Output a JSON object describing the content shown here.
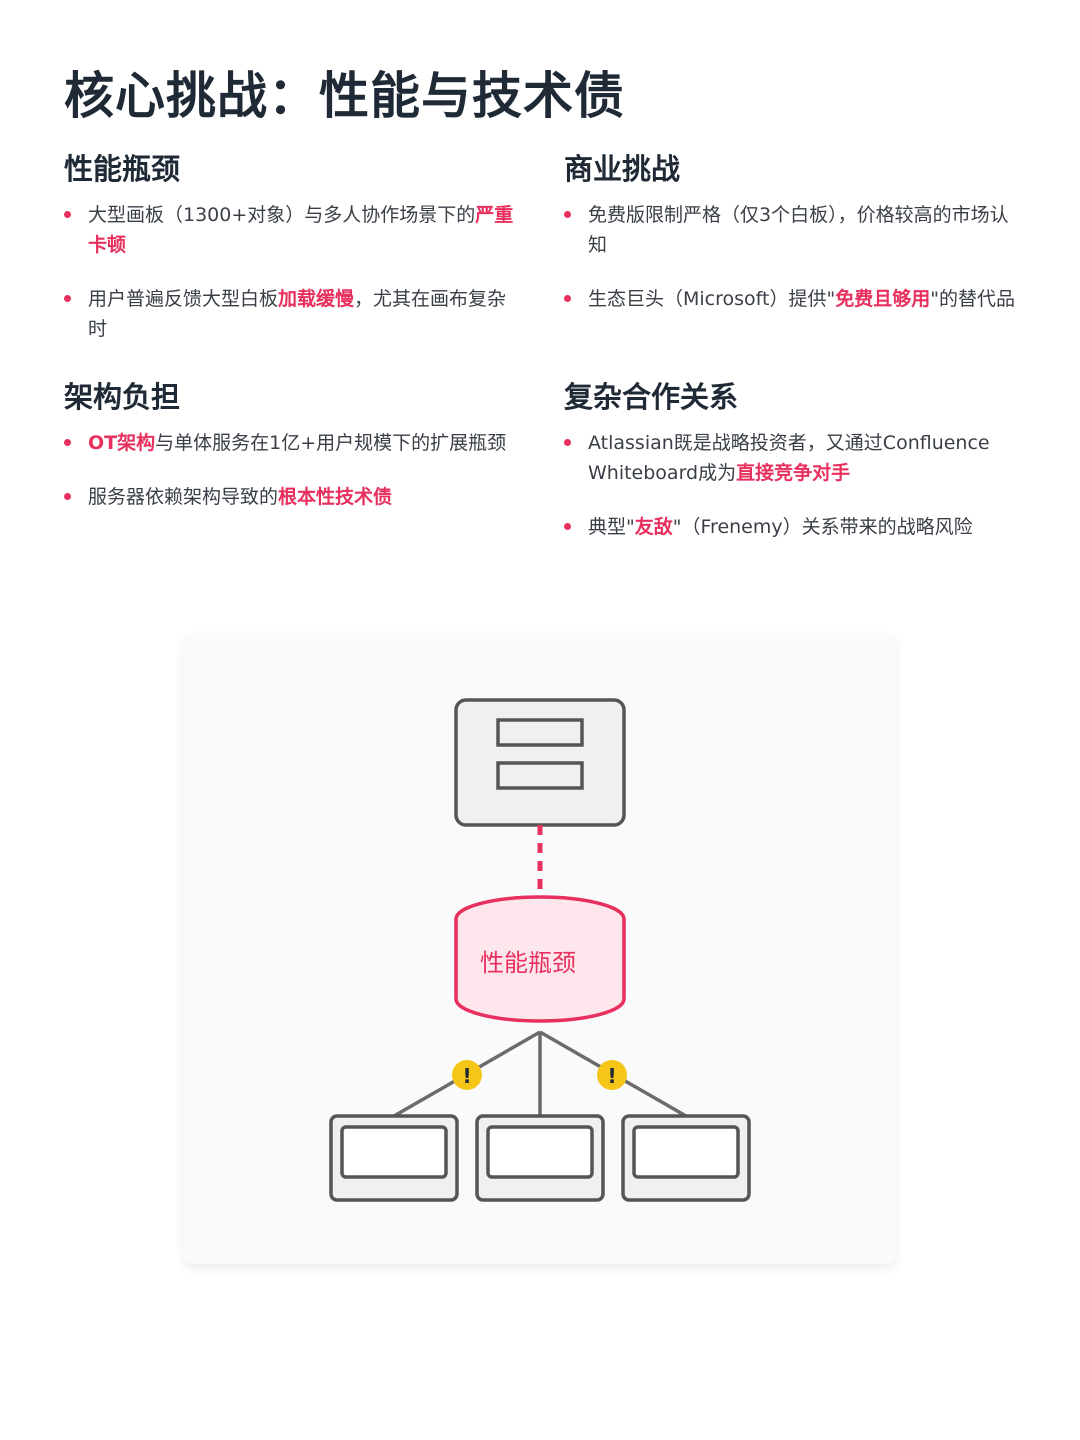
{
  "title": "核心挑战：性能与技术债",
  "sections": {
    "perf": {
      "heading": "性能瓶颈",
      "items": [
        {
          "pre": "大型画板（1300+对象）与多人协作场景下的",
          "hl": "严重卡顿",
          "post": ""
        },
        {
          "pre": "用户普遍反馈大型白板",
          "hl": "加载缓慢",
          "post": "，尤其在画布复杂时"
        }
      ]
    },
    "biz": {
      "heading": "商业挑战",
      "items": [
        {
          "pre": "免费版限制严格（仅3个白板），价格较高的市场认知",
          "hl": "",
          "post": ""
        },
        {
          "pre": "生态巨头（Microsoft）提供\"",
          "hl": "免费且够用",
          "post": "\"的替代品"
        }
      ]
    },
    "arch": {
      "heading": "架构负担",
      "items": [
        {
          "pre": "",
          "hl": "OT架构",
          "post": "与单体服务在1亿+用户规模下的扩展瓶颈"
        },
        {
          "pre": "服务器依赖架构导致的",
          "hl": "根本性技术债",
          "post": ""
        }
      ]
    },
    "coop": {
      "heading": "复杂合作关系",
      "items": [
        {
          "pre": "Atlassian既是战略投资者，又通过Confluence Whiteboard成为",
          "hl": "直接竞争对手",
          "post": ""
        },
        {
          "pre": "典型\"",
          "hl": "友敌",
          "post": "\"（Frenemy）关系带来的战略风险"
        }
      ]
    }
  },
  "diagram": {
    "bottleneck_label": "性能瓶颈",
    "warning_symbol": "!",
    "colors": {
      "accent": "#e8305e",
      "warning": "#f5c518",
      "stroke": "#555555",
      "node_fill": "#f0f0f0",
      "bottleneck_fill": "#fde7ec"
    }
  }
}
